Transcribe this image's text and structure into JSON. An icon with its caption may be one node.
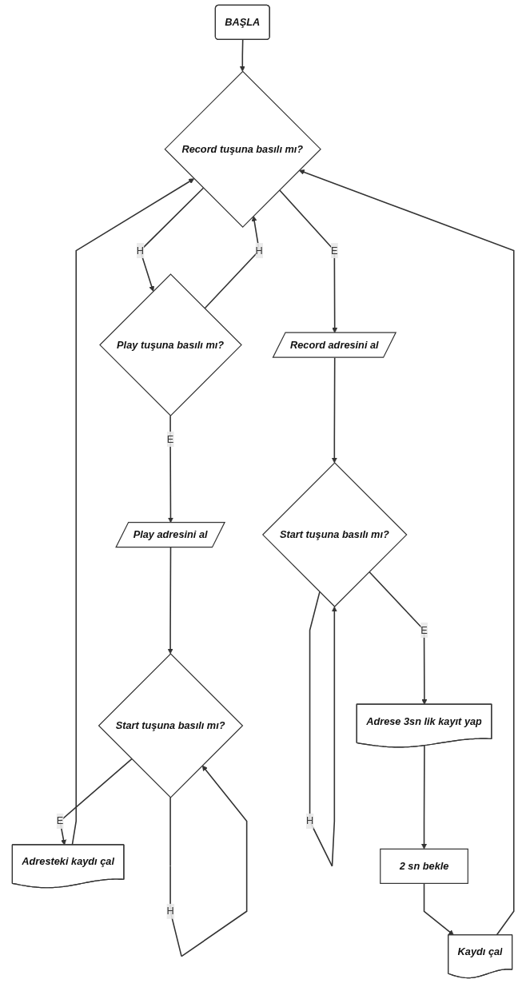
{
  "diagram": {
    "nodes": [
      {
        "text": [
          "BAŞLA"
        ]
      },
      {
        "text": [
          "Record tuşuna basılı mı?"
        ]
      },
      {
        "text": [
          "Play tuşuna basılı mı?"
        ]
      },
      {
        "text": [
          "Play adresini al"
        ]
      },
      {
        "text": [
          "Start tuşuna basılı mı?"
        ]
      },
      {
        "text": [
          "Adresteki kaydı çal"
        ]
      },
      {
        "text": [
          "Record adresini al"
        ]
      },
      {
        "text": [
          "Start tuşuna basılı mı?"
        ]
      },
      {
        "text": [
          "Adrese 3sn lik kayıt yap"
        ]
      },
      {
        "text": [
          "2 sn bekle"
        ]
      },
      {
        "text": [
          "Kaydı çal"
        ]
      }
    ],
    "edges": [
      {
        "from": 0,
        "to": 1,
        "arrow": "to"
      },
      {
        "from": 1,
        "to": 6,
        "arrow": "to",
        "label": "E"
      },
      {
        "from": 1,
        "to": 2,
        "arrow": "to",
        "label": "H"
      },
      {
        "from": 2,
        "to": 1,
        "arrow": "to",
        "label": "H"
      },
      {
        "from": 2,
        "to": 3,
        "arrow": "to",
        "label": "E"
      },
      {
        "from": 3,
        "to": 4,
        "arrow": "to"
      },
      {
        "from": 4,
        "to": 4,
        "arrow": "to",
        "label": "H"
      },
      {
        "from": 4,
        "to": 5,
        "arrow": "to",
        "label": "E"
      },
      {
        "from": 5,
        "to": 1,
        "arrow": "to"
      },
      {
        "from": 6,
        "to": 7,
        "arrow": "to"
      },
      {
        "from": 7,
        "to": 7,
        "arrow": "to",
        "label": "H"
      },
      {
        "from": 7,
        "to": 8,
        "arrow": "to",
        "label": "E"
      },
      {
        "from": 8,
        "to": 9,
        "arrow": "to"
      },
      {
        "from": 9,
        "to": 10,
        "arrow": "to"
      },
      {
        "from": 10,
        "to": 1,
        "arrow": "to"
      }
    ]
  }
}
